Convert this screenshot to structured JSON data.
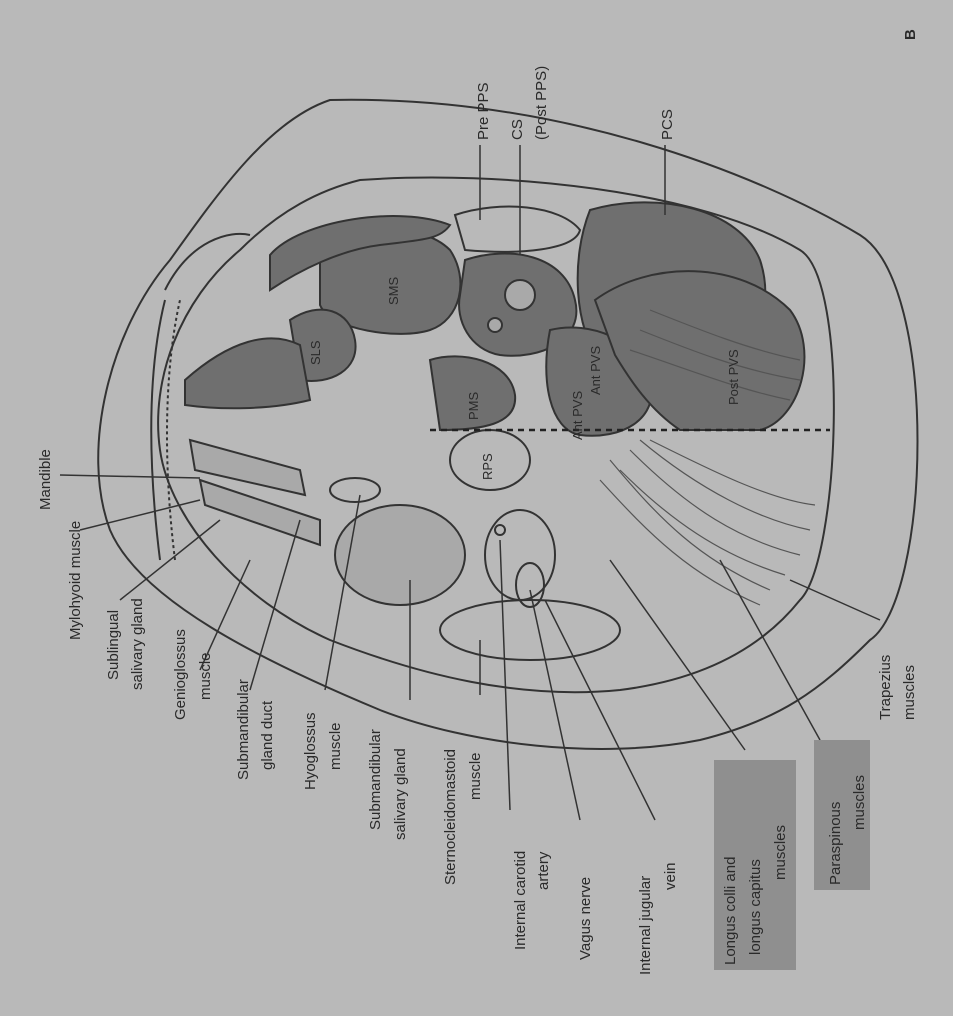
{
  "figure": {
    "panel_letter": "B"
  },
  "labels": {
    "mandible": "Mandible",
    "mylohyoid": "Mylohyoid muscle",
    "sublingual_1": "Sublingual",
    "sublingual_2": "salivary gland",
    "genioglossus_1": "Genioglossus",
    "genioglossus_2": "muscle",
    "submand_duct_1": "Submandibular",
    "submand_duct_2": "gland duct",
    "hyoglossus_1": "Hyoglossus",
    "hyoglossus_2": "muscle",
    "submand_gland_1": "Submandibular",
    "submand_gland_2": "salivary gland",
    "scm_1": "Sternocleidomastoid",
    "scm_2": "muscle",
    "ica_1": "Internal carotid",
    "ica_2": "artery",
    "vagus": "Vagus nerve",
    "ijv_1": "Internal jugular",
    "ijv_2": "vein",
    "longus_1": "Longus colli and",
    "longus_2": "longus capitus",
    "longus_3": "muscles",
    "paraspinous_1": "Paraspinous",
    "paraspinous_2": "muscles",
    "trapezius_1": "Trapezius",
    "trapezius_2": "muscles",
    "pre_pps": "Pre PPS",
    "cs_1": "CS",
    "cs_2": "(Post PPS)",
    "pcs": "PCS",
    "sms": "SMS",
    "sls": "SLS",
    "pms": "PMS",
    "rps": "RPS",
    "ant_pvs_1": "Ant PVS",
    "ant_pvs_2": "Ant PVS",
    "post_pvs": "Post PVS"
  }
}
